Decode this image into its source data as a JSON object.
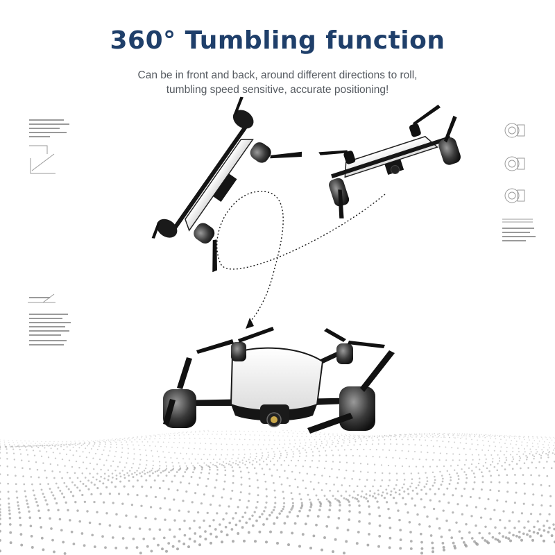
{
  "header": {
    "title": "360° Tumbling function",
    "subtitle_line1": "Can be in front and back, around different directions to roll,",
    "subtitle_line2": "tumbling speed sensitive, accurate positioning!"
  },
  "colors": {
    "title": "#1f3f6a",
    "subtitle": "#555a60",
    "drone_body": "#ffffff",
    "drone_frame": "#111111",
    "dots": "#9a9a9a"
  },
  "icons": [
    "drone-flipped-icon",
    "drone-tilted-icon",
    "drone-upright-icon",
    "flight-path-arrow-icon",
    "camera-lens-icon",
    "motor-spec-icon",
    "dot-wave-floor-icon"
  ]
}
